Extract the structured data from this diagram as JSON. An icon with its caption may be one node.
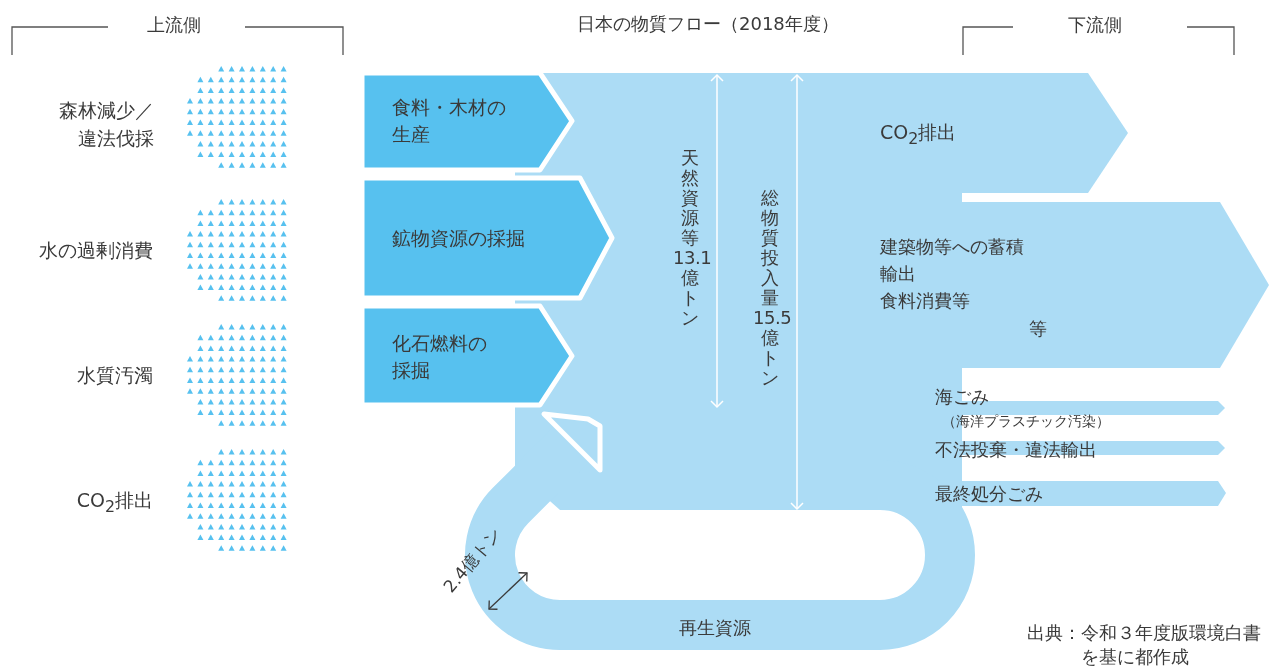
{
  "diagram": {
    "title": "日本の物質フロー（2018年度）",
    "nodes": [
      {
        "text": [
          "食料・木材の生産"
        ]
      },
      {
        "text": [
          "鉱物資源の採掘"
        ]
      },
      {
        "text": [
          "化石燃料の採掘"
        ]
      },
      {
        "text": [
          "CO$_{2}$排出"
        ]
      },
      {
        "text": [
          "建築物等への蓄積",
          "輸出",
          "食料消費等",
          "等"
        ]
      },
      {
        "text": [
          "海ごみ",
          "（海洋プラスチック汚染）"
        ]
      },
      {
        "text": [
          "不法投棄・違法輸出"
        ]
      },
      {
        "text": [
          "最終処分ごみ"
        ]
      },
      {
        "text": [
          "再生資源"
        ]
      }
    ],
    "labels": [
      "上流側",
      "下流側",
      "森林減少／違法伐採",
      "水の過剰消費",
      "水質汚濁",
      "CO$_{2}$排出",
      "天然資源等13.1億トン",
      "総物質投入量15.5億トン",
      "2.4億トン",
      "出典：令和３年度版環境白書を基に都作成"
    ]
  }
}
